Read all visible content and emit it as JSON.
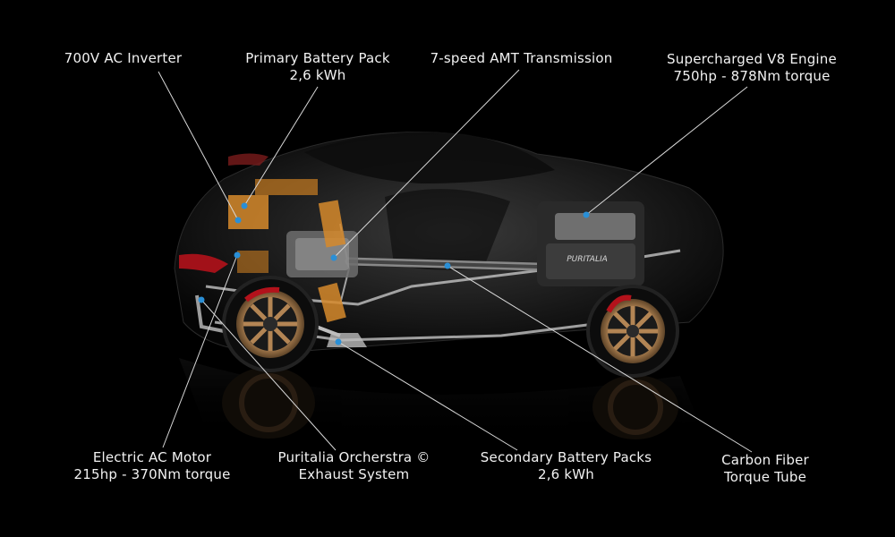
{
  "colors": {
    "background": "#000000",
    "leader_line": "#d8d8d8",
    "marker": "#2a8fd6",
    "battery_orange": "#d68a2c",
    "rim_bronze": "#a87a4a",
    "brake_red": "#b3121b",
    "car_body": "#1a1a1a"
  },
  "callouts": [
    {
      "id": "inverter",
      "lines": [
        "700V AC Inverter"
      ]
    },
    {
      "id": "primary-battery",
      "lines": [
        "Primary Battery Pack",
        "2,6 kWh"
      ]
    },
    {
      "id": "transmission",
      "lines": [
        "7-speed AMT Transmission"
      ]
    },
    {
      "id": "v8-engine",
      "lines": [
        "Supercharged V8 Engine",
        "750hp - 878Nm torque"
      ]
    },
    {
      "id": "electric-motor",
      "lines": [
        "Electric AC Motor",
        "215hp - 370Nm torque"
      ]
    },
    {
      "id": "exhaust",
      "lines": [
        "Puritalia Orcherstra ©",
        "Exhaust System"
      ]
    },
    {
      "id": "secondary-battery",
      "lines": [
        "Secondary Battery Packs",
        "2,6 kWh"
      ]
    },
    {
      "id": "torque-tube",
      "lines": [
        "Carbon Fiber",
        "Torque Tube"
      ]
    }
  ],
  "engine_cover_text": "PURITALIA"
}
